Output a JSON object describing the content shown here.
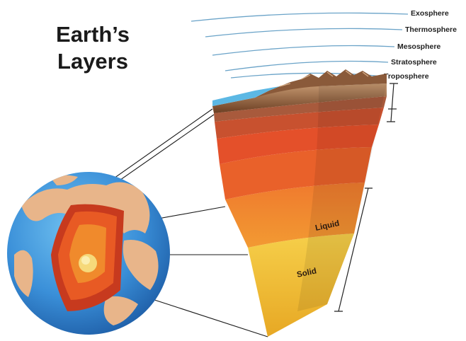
{
  "title": {
    "line1": "Earth’s",
    "line2": "Layers"
  },
  "atmosphere": [
    {
      "name": "Exosphere"
    },
    {
      "name": "Thermosphere"
    },
    {
      "name": "Mesosphere"
    },
    {
      "name": "Stratosphere"
    },
    {
      "name": "Troposphere"
    }
  ],
  "core_labels": {
    "liquid": "Liquid",
    "solid": "Solid"
  },
  "colors": {
    "ocean": "#3a8fd8",
    "land": "#e8b58a",
    "crust_brown": "#8a5a3a",
    "mantle_orange": "#e9542a",
    "outer_core": "#f08a2c",
    "inner_core": "#f2c53a",
    "atmosphere_line": "#6aa3c8"
  }
}
